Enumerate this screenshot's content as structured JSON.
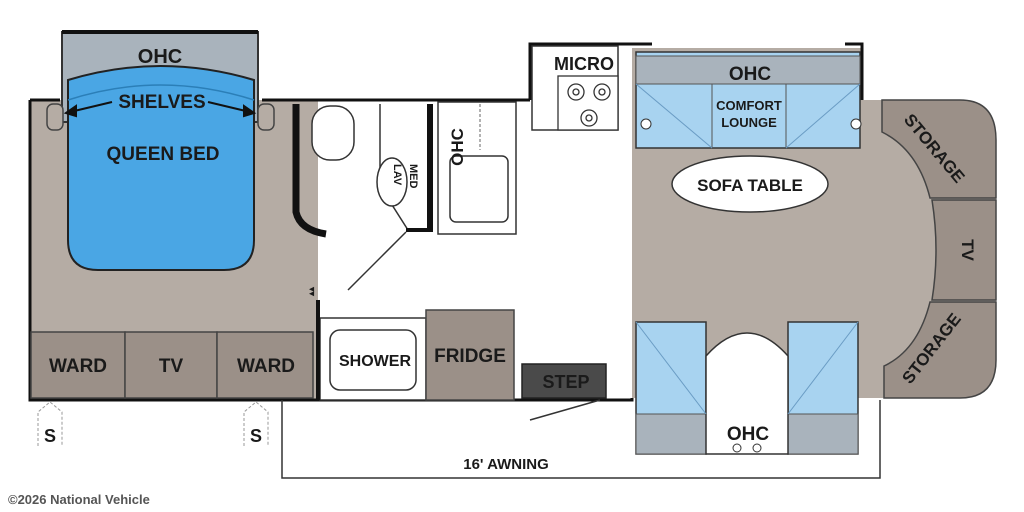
{
  "floorplan": {
    "bedroom": {
      "ohc": "OHC",
      "shelves": "SHELVES",
      "queen_bed": "QUEEN BED",
      "ward_left": "WARD",
      "tv": "TV",
      "ward_right": "WARD"
    },
    "bath": {
      "lav": "LAV",
      "med": "MED",
      "ohc": "OHC",
      "shower": "SHOWER"
    },
    "kitchen": {
      "micro": "MICRO",
      "fridge": "FRIDGE",
      "step": "STEP"
    },
    "living": {
      "ohc_top": "OHC",
      "comfort": "COMFORT",
      "lounge": "LOUNGE",
      "sofa_table": "SOFA TABLE",
      "ohc_bottom": "OHC"
    },
    "front": {
      "storage_top": "STORAGE",
      "tv": "TV",
      "storage_bottom": "STORAGE"
    },
    "exterior": {
      "slide_marker": "S",
      "awning": "16' AWNING"
    }
  },
  "watermark": "©2026 National Vehicle",
  "colors": {
    "floor": "#b5aca4",
    "bed_blue": "#4aa6e4",
    "seat_blue": "#a8d3f0",
    "ohc_gray": "#a9b3bc",
    "cabinet": "#9b9088",
    "wall": "#111111",
    "step": "#4a4a4a"
  }
}
